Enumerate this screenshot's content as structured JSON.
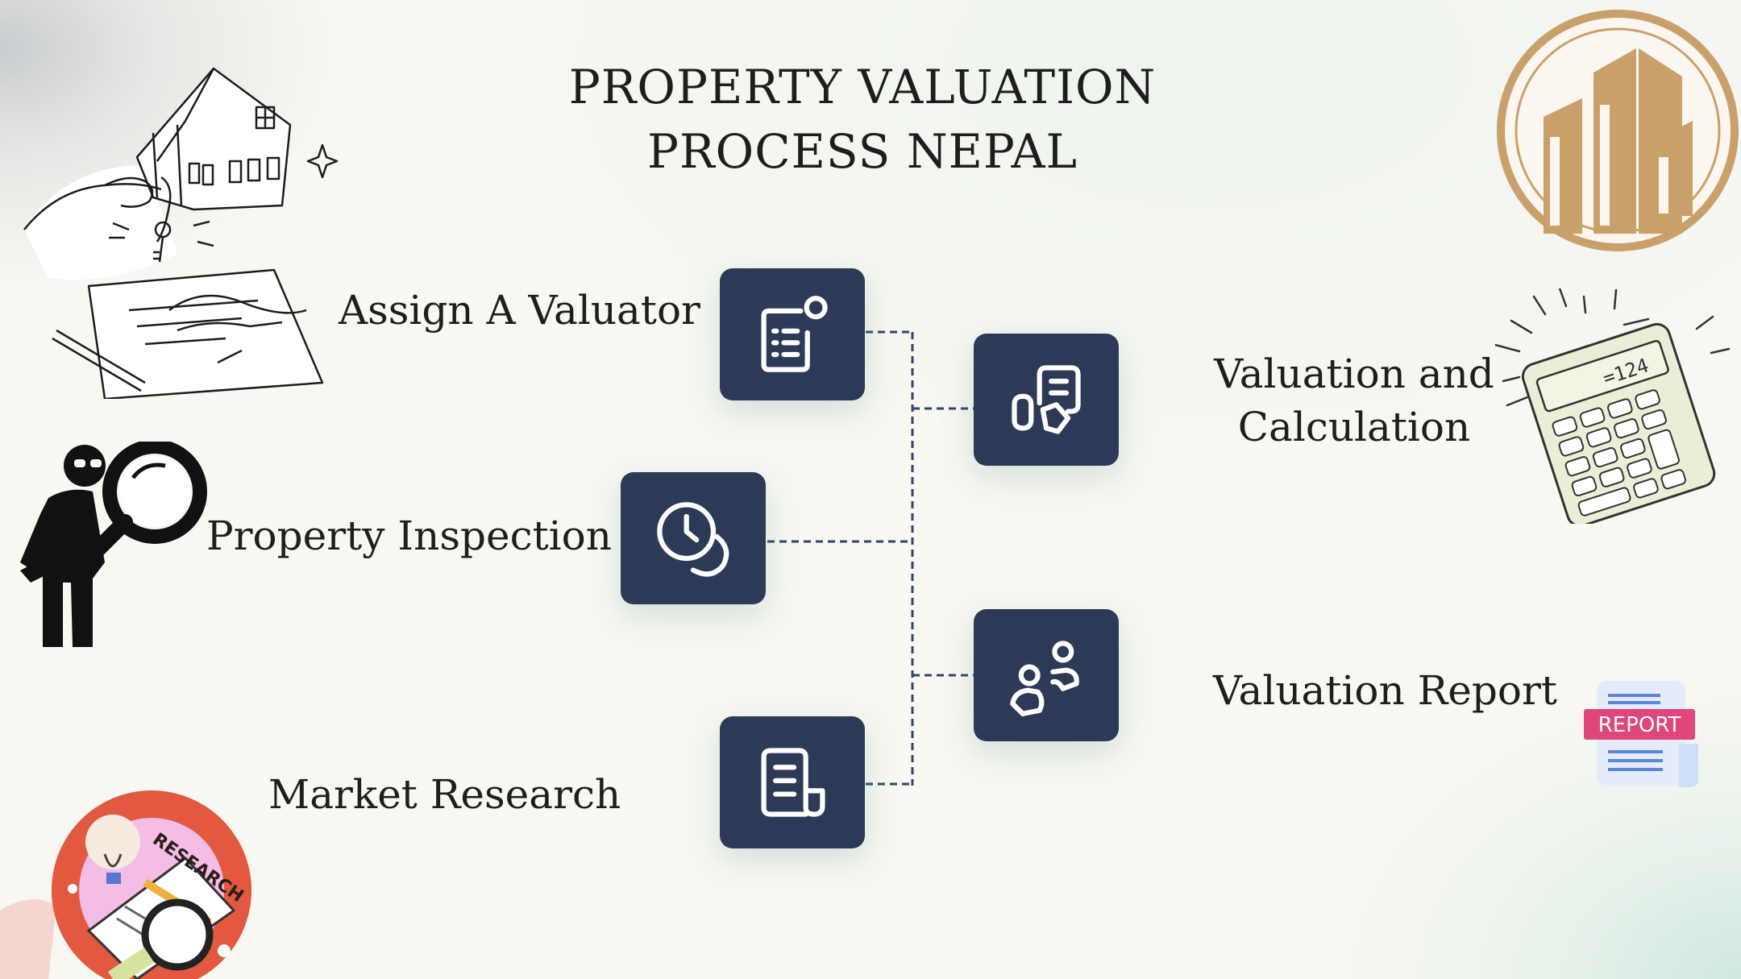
{
  "title": {
    "line1": "PROPERTY VALUATION",
    "line2": "PROCESS NEPAL"
  },
  "steps": [
    {
      "label": "Assign A Valuator",
      "icon": "document-list-icon"
    },
    {
      "label": "Property Inspection",
      "icon": "clock-history-icon"
    },
    {
      "label": "Market Research",
      "icon": "document-scroll-icon"
    },
    {
      "label_line1": "Valuation and",
      "label_line2": "Calculation",
      "icon": "document-tag-icon"
    },
    {
      "label": "Valuation Report",
      "icon": "people-icon"
    }
  ],
  "illustrations": {
    "report_badge": "REPORT",
    "research_badge": "RESEARCH",
    "calculator_display": "=124"
  },
  "colors": {
    "box": "#2d3a57",
    "logo_gold": "#c9a06a",
    "report_pink": "#e0457b",
    "research_red": "#e2593f"
  }
}
